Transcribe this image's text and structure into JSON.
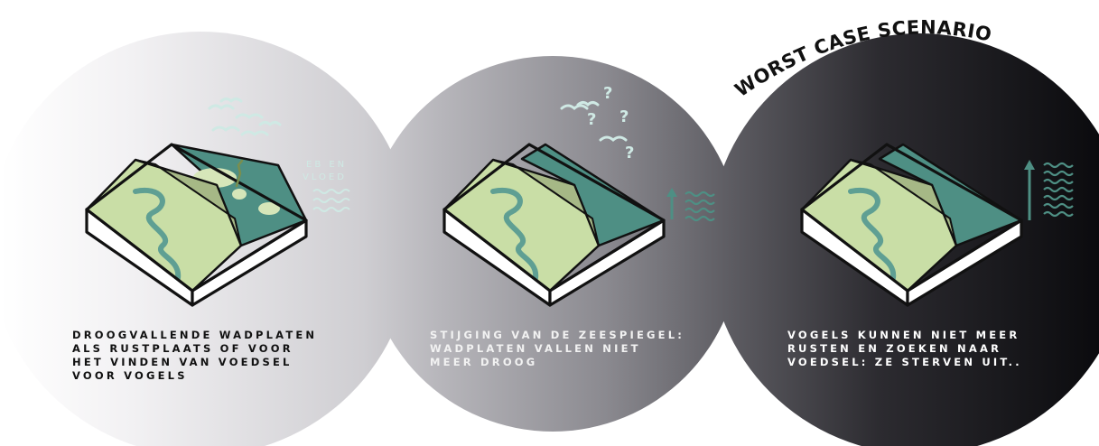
{
  "panels": [
    {
      "caption_lines": [
        "DROOGVALLENDE WADPLATEN",
        "ALS RUSTPLAATS OF VOOR",
        "HET VINDEN VAN VOEDSEL",
        "VOOR VOGELS"
      ],
      "tide_label_lines": [
        "EB EN",
        "VLOED"
      ]
    },
    {
      "caption_lines": [
        "STIJGING VAN DE ZEESPIEGEL:",
        "WADPLATEN VALLEN NIET",
        "MEER DROOG"
      ],
      "question_marks": [
        "?",
        "?",
        "?",
        "?"
      ]
    },
    {
      "caption_lines": [
        "VOGELS KUNNEN NIET MEER",
        "RUSTEN EN ZOEKEN NAAR",
        "VOEDSEL: ZE STERVEN UIT.."
      ]
    }
  ],
  "worst_case_title": "WORST CASE SCENARIO",
  "colors": {
    "grass": "#c9dea6",
    "dike": "#a6b886",
    "water": "#4e8f84",
    "creek": "#5f9f93",
    "icon_teal": "#cfe9e4",
    "arrow_teal": "#4e8f84",
    "block_side": "#ffffff",
    "outline": "#111111"
  },
  "icons": {
    "birds": "bird-flock-icon",
    "waves": "wave-icon",
    "arrow": "arrow-up-icon",
    "block": "landscape-block-icon"
  }
}
